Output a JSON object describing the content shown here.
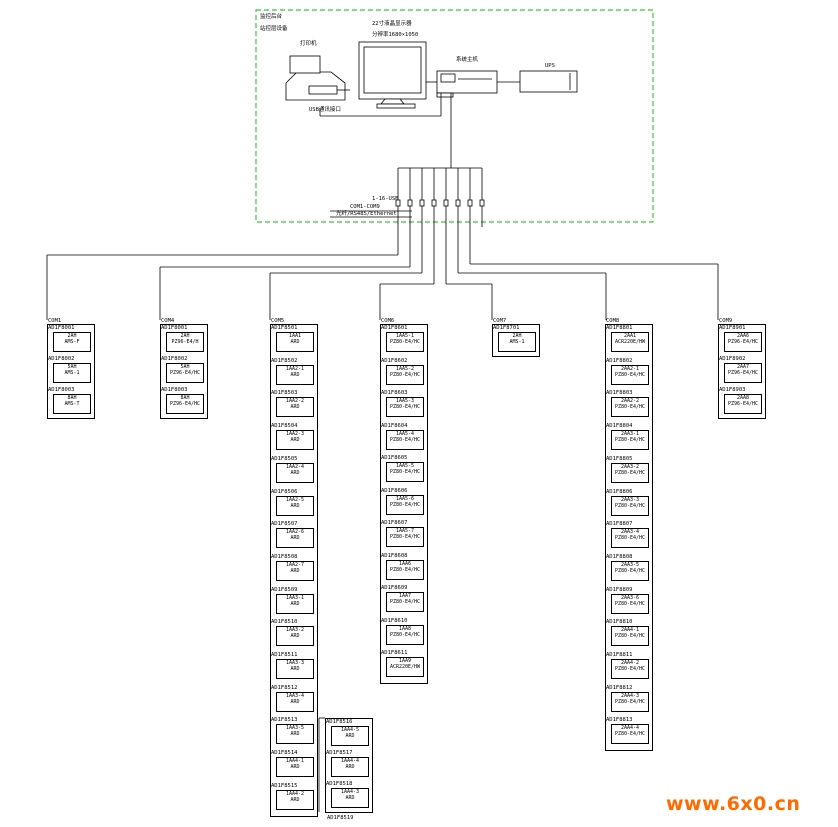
{
  "station": {
    "title_line1": "监控后台",
    "title_line2": "站控层设备",
    "printer_label": "打印机",
    "monitor_label": "22寸液晶显示器",
    "monitor_sub": "分辨率1680×1050",
    "host_label": "系统主机",
    "ups_label": "UPS",
    "usb_label": "USB通讯接口",
    "converter_label": "1-16-USB",
    "bus_label1": "COM1-COM9",
    "bus_label2": "光纤/RS485/Ethernet"
  },
  "columns": [
    {
      "com": "COM1",
      "devices": [
        {
          "addr": "AD1F8001",
          "name": "2AH",
          "model": "AMS-F"
        },
        {
          "addr": "AD1F8002",
          "name": "5AH",
          "model": "AMS-1"
        },
        {
          "addr": "AD1F8003",
          "name": "8AH",
          "model": "AMS-T"
        }
      ]
    },
    {
      "com": "COM4",
      "devices": [
        {
          "addr": "AD1F8001",
          "name": "2AH",
          "model": "PZ96-E4/H"
        },
        {
          "addr": "AD1F8002",
          "name": "5AH",
          "model": "PZ96-E4/HC"
        },
        {
          "addr": "AD1F8003",
          "name": "8AH",
          "model": "PZ96-E4/HC"
        }
      ]
    },
    {
      "com": "COM5",
      "devices": [
        {
          "addr": "AD1F8501",
          "name": "1AA1",
          "model": "ARD"
        },
        {
          "addr": "AD1F8502",
          "name": "1AA2-1",
          "model": "ARD"
        },
        {
          "addr": "AD1F8503",
          "name": "1AA2-2",
          "model": "ARD"
        },
        {
          "addr": "AD1F8504",
          "name": "1AA2-3",
          "model": "ARD"
        },
        {
          "addr": "AD1F8505",
          "name": "1AA2-4",
          "model": "ARD"
        },
        {
          "addr": "AD1F8506",
          "name": "1AA2-5",
          "model": "ARD"
        },
        {
          "addr": "AD1F8507",
          "name": "1AA2-6",
          "model": "ARD"
        },
        {
          "addr": "AD1F8508",
          "name": "1AA2-7",
          "model": "ARD"
        },
        {
          "addr": "AD1F8509",
          "name": "1AA3-1",
          "model": "ARD"
        },
        {
          "addr": "AD1F8510",
          "name": "1AA3-2",
          "model": "ARD"
        },
        {
          "addr": "AD1F8511",
          "name": "1AA3-3",
          "model": "ARD"
        },
        {
          "addr": "AD1F8512",
          "name": "1AA3-4",
          "model": "ARD"
        },
        {
          "addr": "AD1F8513",
          "name": "1AA3-5",
          "model": "ARD"
        },
        {
          "addr": "AD1F8514",
          "name": "1AA4-1",
          "model": "ARD"
        },
        {
          "addr": "AD1F8515",
          "name": "1AA4-2",
          "model": "ARD"
        }
      ]
    },
    {
      "com": "COM5",
      "devices": [
        {
          "addr": "AD1F8516",
          "name": "1AA4-5",
          "model": "ARD"
        },
        {
          "addr": "AD1F8517",
          "name": "1AA4-4",
          "model": "ARD"
        },
        {
          "addr": "AD1F8518",
          "name": "1AA4-3",
          "model": "ARD"
        }
      ],
      "tail": "AD1F8519"
    },
    {
      "com": "COM6",
      "devices": [
        {
          "addr": "AD1F8601",
          "name": "1AA5-1",
          "model": "PZ80-E4/HC"
        },
        {
          "addr": "AD1F8602",
          "name": "1AA5-2",
          "model": "PZ80-E4/HC"
        },
        {
          "addr": "AD1F8603",
          "name": "1AA5-3",
          "model": "PZ80-E4/HC"
        },
        {
          "addr": "AD1F8604",
          "name": "1AA5-4",
          "model": "PZ80-E4/HC"
        },
        {
          "addr": "AD1F8605",
          "name": "1AA5-5",
          "model": "PZ80-E4/HC"
        },
        {
          "addr": "AD1F8606",
          "name": "1AA5-6",
          "model": "PZ80-E4/HC"
        },
        {
          "addr": "AD1F8607",
          "name": "1AA5-7",
          "model": "PZ80-E4/HC"
        },
        {
          "addr": "AD1F8608",
          "name": "1AA6",
          "model": "PZ80-E4/HC"
        },
        {
          "addr": "AD1F8609",
          "name": "1AA7",
          "model": "PZ80-E4/HC"
        },
        {
          "addr": "AD1F8610",
          "name": "1AA8",
          "model": "PZ80-E4/HC"
        },
        {
          "addr": "AD1F8611",
          "name": "1AA9",
          "model": "ACR220E/HW"
        }
      ]
    },
    {
      "com": "COM7",
      "devices": [
        {
          "addr": "AD1F8701",
          "name": "2AH",
          "model": "AMS-1"
        }
      ]
    },
    {
      "com": "COM8",
      "devices": [
        {
          "addr": "AD1F8801",
          "name": "2AA1",
          "model": "ACR220E/HW"
        },
        {
          "addr": "AD1F8802",
          "name": "2AA2-1",
          "model": "PZ80-E4/HC"
        },
        {
          "addr": "AD1F8803",
          "name": "2AA2-2",
          "model": "PZ80-E4/HC"
        },
        {
          "addr": "AD1F8804",
          "name": "2AA3-1",
          "model": "PZ80-E4/HC"
        },
        {
          "addr": "AD1F8805",
          "name": "2AA3-2",
          "model": "PZ80-E4/HC"
        },
        {
          "addr": "AD1F8806",
          "name": "2AA3-3",
          "model": "PZ80-E4/HC"
        },
        {
          "addr": "AD1F8807",
          "name": "2AA3-4",
          "model": "PZ80-E4/HC"
        },
        {
          "addr": "AD1F8808",
          "name": "2AA3-5",
          "model": "PZ80-E4/HC"
        },
        {
          "addr": "AD1F8809",
          "name": "2AA3-6",
          "model": "PZ80-E4/HC"
        },
        {
          "addr": "AD1F8810",
          "name": "2AA4-1",
          "model": "PZ80-E4/HC"
        },
        {
          "addr": "AD1F8811",
          "name": "2AA4-2",
          "model": "PZ80-E4/HC"
        },
        {
          "addr": "AD1F8812",
          "name": "2AA4-3",
          "model": "PZ80-E4/HC"
        },
        {
          "addr": "AD1F8813",
          "name": "2AA4-4",
          "model": "PZ80-E4/HC"
        }
      ]
    },
    {
      "com": "COM9",
      "devices": [
        {
          "addr": "AD1F8901",
          "name": "2AA6",
          "model": "PZ96-E4/HC"
        },
        {
          "addr": "AD1F8902",
          "name": "2AA7",
          "model": "PZ96-E4/HC"
        },
        {
          "addr": "AD1F8903",
          "name": "2AA8",
          "model": "PZ96-E4/HC"
        }
      ]
    }
  ],
  "watermark": "www.6x0.cn",
  "colors": {
    "frame": "#3ec43e",
    "line": "#000000",
    "watermark": "#ff6a00"
  }
}
